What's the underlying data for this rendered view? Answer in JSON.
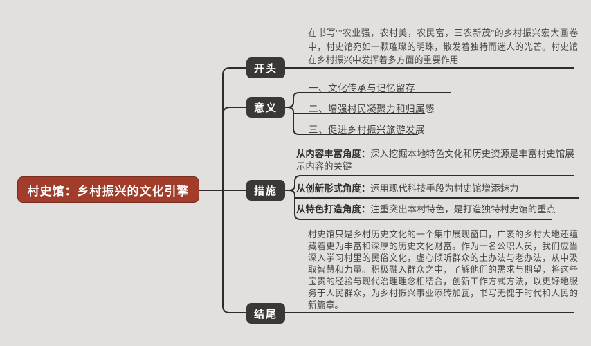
{
  "colors": {
    "background": "#e1e0de",
    "root_fill": "#a23c2b",
    "node_fill": "#3a3835",
    "line": "#2d2c2a",
    "text": "#4b4a47",
    "node_text": "#ffffff"
  },
  "root": {
    "title": "村史馆：乡村振兴的文化引擎"
  },
  "branches": {
    "kaitou": {
      "label": "开头",
      "text": "在书写\"\"农业强，农村美，农民富，三农新茂\"的乡村振兴宏大画卷中，村史馆宛如一颗璀璨的明珠，散发着独特而迷人的光芒。村史馆在乡村振兴中发挥着多方面的重要作用"
    },
    "yiyi": {
      "label": "意义",
      "items": [
        "一、文化传承与记忆留存",
        "二、增强村民凝聚力和归属感",
        "三、促进乡村振兴旅游发展"
      ]
    },
    "cuoshi": {
      "label": "措施",
      "items": [
        {
          "prefix": "从内容丰富角度：",
          "text": "深入挖掘本地特色文化和历史资源是丰富村史馆展示内容的关键"
        },
        {
          "prefix": "从创新形式角度：",
          "text": "运用现代科技手段为村史馆增添魅力"
        },
        {
          "prefix": "从特色打造角度：",
          "text": "注重突出本村特色，是打造独特村史馆的重点"
        }
      ]
    },
    "jiewei": {
      "label": "结尾",
      "text": "村史馆只是乡村历史文化的一个集中展现窗口，广袤的乡村大地还蕴藏着更为丰富和深厚的历史文化财富。作为一名公职人员，我们应当深入学习村里的民俗文化，虚心倾听群众的土办法与老办法，从中汲取智慧和力量。积极融入群众之中，了解他们的需求与期望，将这些宝贵的经验与现代治理理念相结合，创新工作方式方法，以更好地服务于人民群众，为乡村振兴事业添砖加瓦，书写无愧于时代和人民的新篇章。"
    }
  }
}
